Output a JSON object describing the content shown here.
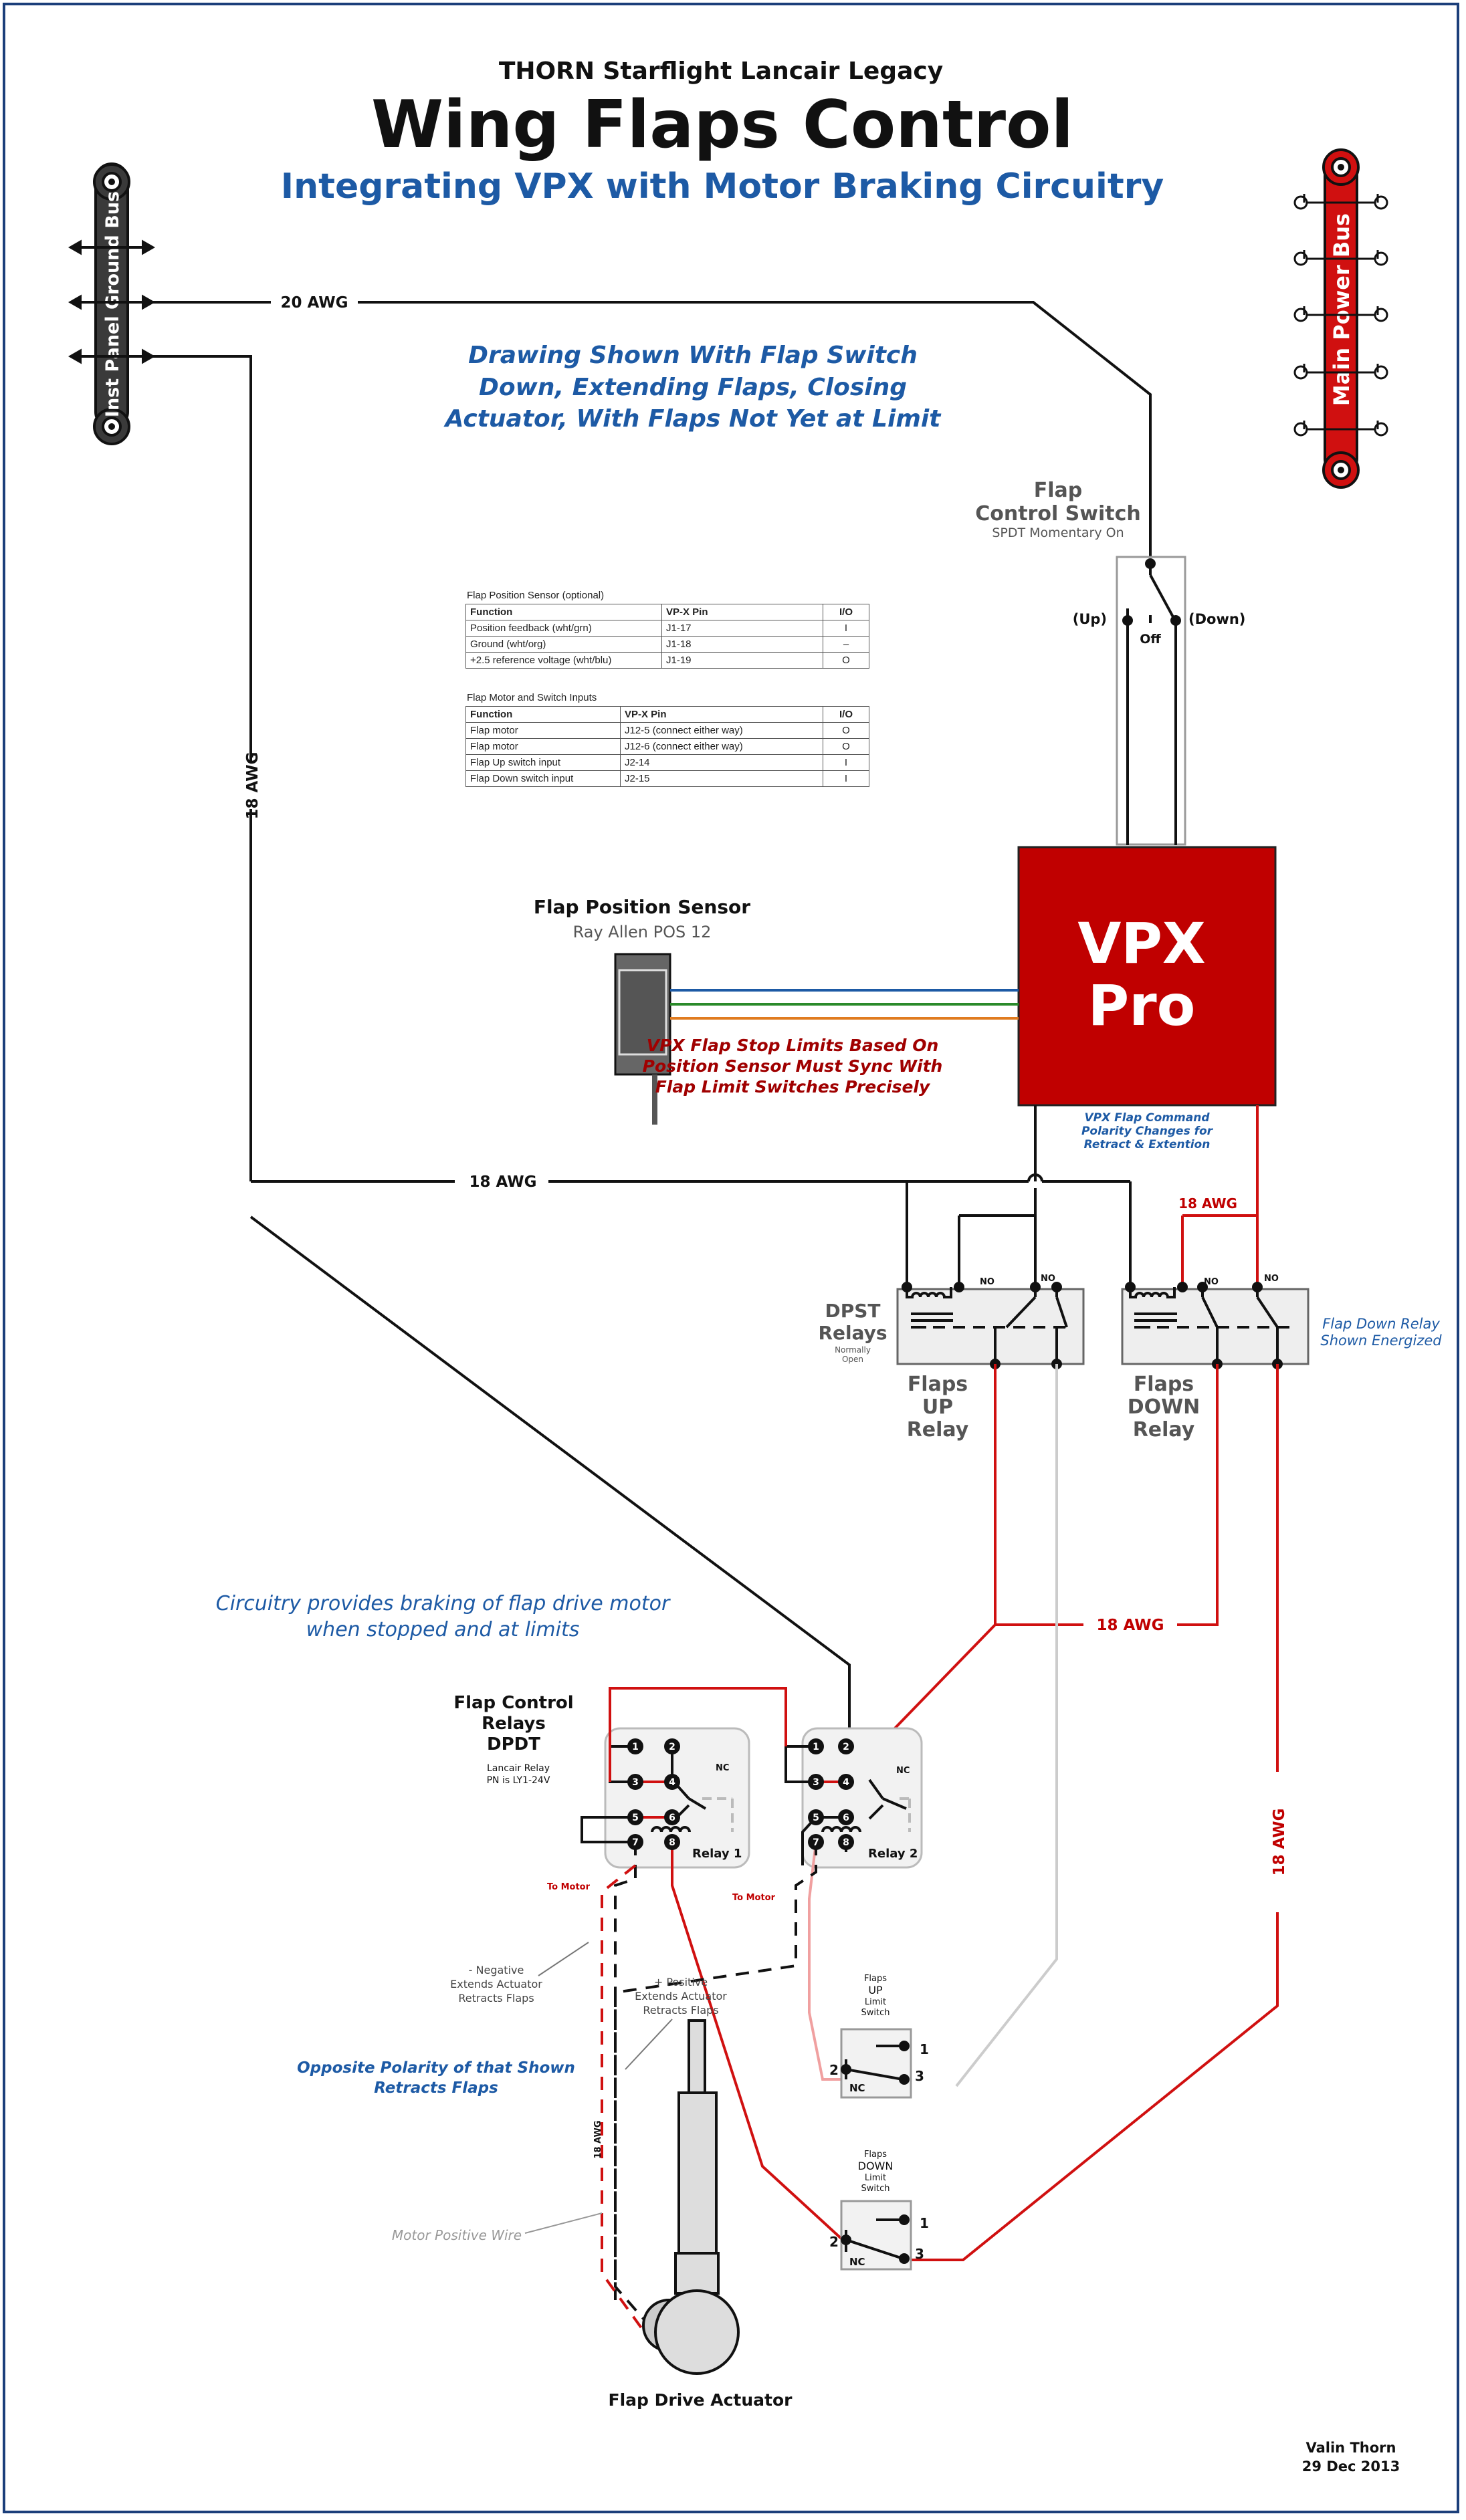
{
  "header": {
    "kicker": "THORN Starflight Lancair Legacy",
    "title": "Wing Flaps Control",
    "subtitle": "Integrating VPX with Motor Braking Circuitry"
  },
  "note_drawing": [
    "Drawing Shown With Flap Switch",
    "Down, Extending Flaps, Closing",
    "Actuator, With Flaps Not Yet at Limit"
  ],
  "buses": {
    "ground": "Inst Panel Ground Bus",
    "power": "Main Power Bus"
  },
  "wire_labels": {
    "awg20": "20 AWG",
    "awg18_vert": "18 AWG",
    "awg18_horiz": "18 AWG",
    "awg18_red_top": "18 AWG",
    "awg18_red_mid": "18 AWG",
    "awg18_red_right": "18 AWG",
    "awg18_small": "18 AWG"
  },
  "flap_switch": {
    "title1": "Flap",
    "title2": "Control Switch",
    "sub": "SPDT Momentary On",
    "up": "(Up)",
    "down": "(Down)",
    "off": "Off"
  },
  "table1": {
    "caption": "Flap Position Sensor (optional)",
    "headers": [
      "Function",
      "VP-X Pin",
      "I/O"
    ],
    "rows": [
      [
        "Position feedback (wht/grn)",
        "J1-17",
        "I"
      ],
      [
        "Ground (wht/org)",
        "J1-18",
        "–"
      ],
      [
        "+2.5 reference voltage (wht/blu)",
        "J1-19",
        "O"
      ]
    ]
  },
  "table2": {
    "caption": "Flap Motor and Switch Inputs",
    "headers": [
      "Function",
      "VP-X Pin",
      "I/O"
    ],
    "rows": [
      [
        "Flap motor",
        "J12-5 (connect either way)",
        "O"
      ],
      [
        "Flap motor",
        "J12-6 (connect either way)",
        "O"
      ],
      [
        "Flap Up switch input",
        "J2-14",
        "I"
      ],
      [
        "Flap Down switch input",
        "J2-15",
        "I"
      ]
    ]
  },
  "vpx": {
    "line1": "VPX",
    "line2": "Pro",
    "note": [
      "VPX Flap Command",
      "Polarity Changes for",
      "Retract & Extention"
    ],
    "color": "#c00000"
  },
  "sensor": {
    "title": "Flap Position Sensor",
    "sub": "Ray Allen POS 12",
    "note": [
      "VPX Flap Stop Limits Based On",
      "Position Sensor Must Sync With",
      "Flap Limit Switches Precisely"
    ]
  },
  "dpst": {
    "label1": "DPST",
    "label2": "Relays",
    "sub1": "Normally",
    "sub2": "Open",
    "no": "NO",
    "up_relay": [
      "Flaps",
      "UP",
      "Relay"
    ],
    "down_relay": [
      "Flaps",
      "DOWN",
      "Relay"
    ],
    "energized_note": [
      "Flap Down Relay",
      "Shown Energized"
    ]
  },
  "braking_note": [
    "Circuitry provides braking of flap drive motor",
    "when stopped and at limits"
  ],
  "control_relays": {
    "title": [
      "Flap Control",
      "Relays",
      "DPDT"
    ],
    "sub": [
      "Lancair Relay",
      "PN is LY1-24V"
    ],
    "relay1": "Relay 1",
    "relay2": "Relay 2",
    "nc": "NC",
    "to_motor": "To Motor",
    "pins": [
      "1",
      "2",
      "3",
      "4",
      "5",
      "6",
      "7",
      "8"
    ]
  },
  "motor_notes": {
    "negative": [
      "- Negative",
      "Extends Actuator",
      "Retracts Flaps"
    ],
    "positive": [
      "+ Positive",
      "Extends Actuator",
      "Retracts Flaps"
    ],
    "opposite": [
      "Opposite Polarity of that Shown",
      "Retracts Flaps"
    ],
    "motor_positive": "Motor Positive Wire"
  },
  "limit_up": {
    "title": [
      "Flaps",
      "UP",
      "Limit",
      "Switch"
    ],
    "p1": "1",
    "p2": "2",
    "p3": "3",
    "nc": "NC"
  },
  "limit_down": {
    "title": [
      "Flaps",
      "DOWN",
      "Limit",
      "Switch"
    ],
    "p1": "1",
    "p2": "2",
    "p3": "3",
    "nc": "NC"
  },
  "actuator_label": "Flap Drive Actuator",
  "author": {
    "name": "Valin Thorn",
    "date": "29 Dec 2013"
  }
}
